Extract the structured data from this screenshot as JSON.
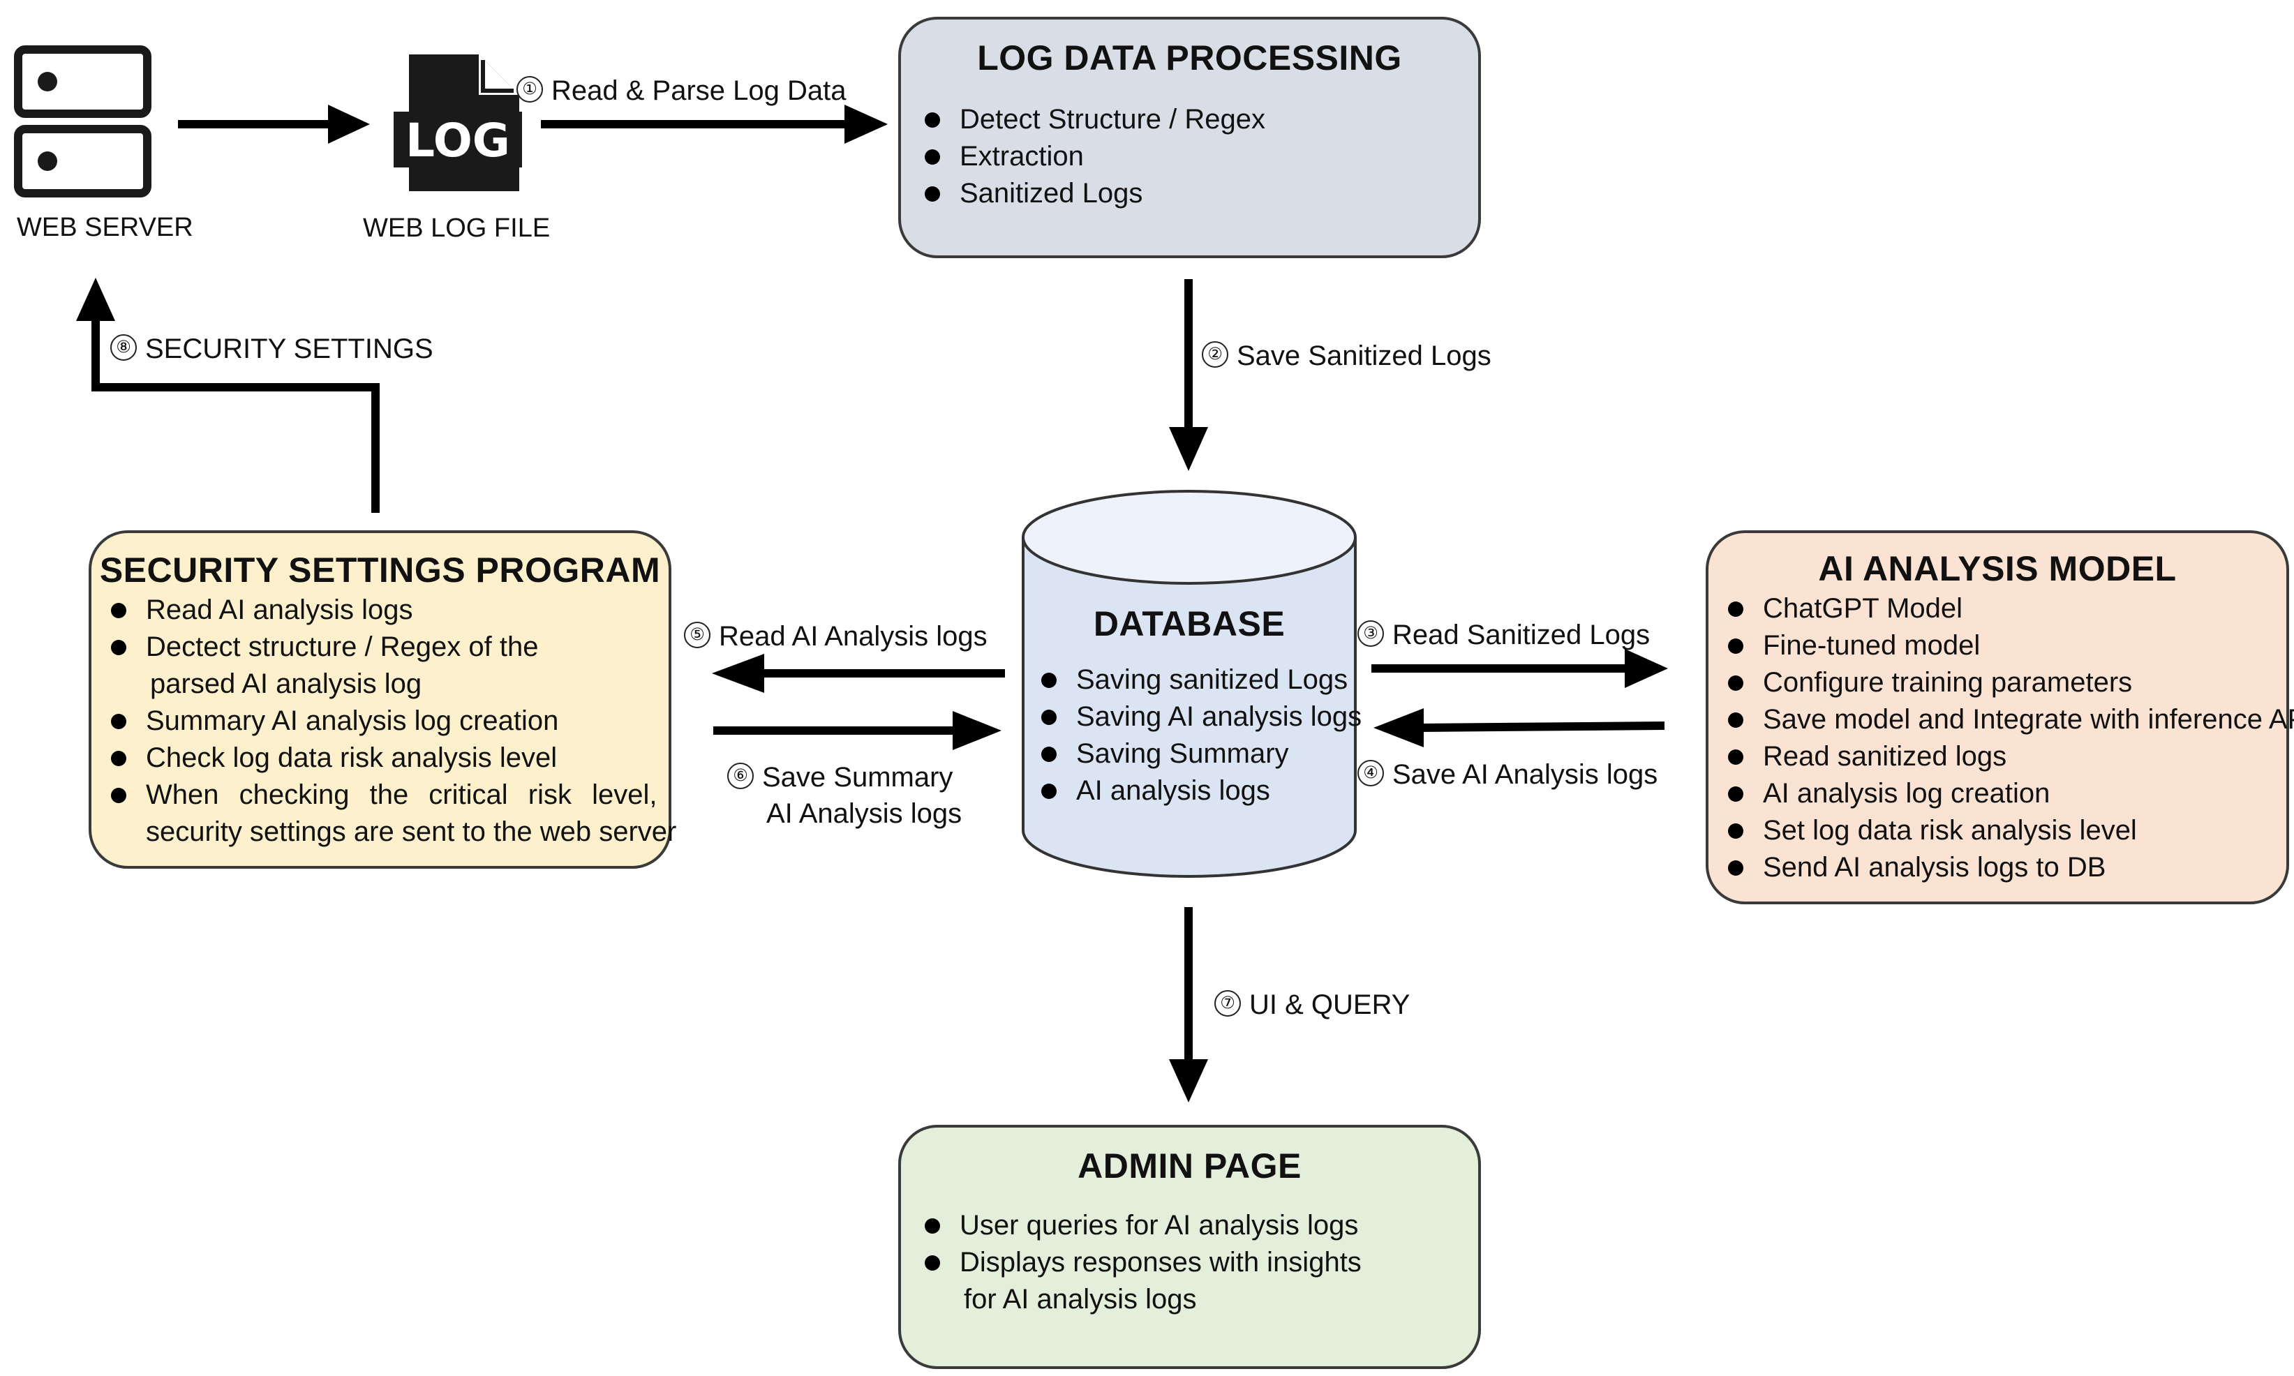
{
  "nodes": {
    "web_server": {
      "label": "WEB SERVER"
    },
    "web_log_file": {
      "label": "WEB LOG FILE",
      "icon_text": "LOG"
    },
    "log_processing": {
      "title": "LOG DATA PROCESSING",
      "items": [
        "Detect Structure / Regex",
        "Extraction",
        "Sanitized Logs"
      ],
      "color": "#d9dde6"
    },
    "database": {
      "title": "DATABASE",
      "items": [
        "Saving sanitized Logs",
        "Saving AI analysis logs",
        "Saving Summary",
        "AI analysis logs"
      ],
      "color": "#dbe4f3"
    },
    "ai_model": {
      "title": "AI ANALYSIS MODEL",
      "items": [
        "ChatGPT Model",
        "Fine-tuned model",
        "Configure training parameters",
        "Save model and Integrate with inference API",
        "Read sanitized logs",
        "AI analysis log creation",
        "Set log data risk analysis level",
        "Send AI analysis logs to DB"
      ],
      "color": "#fbe3d4"
    },
    "security_program": {
      "title": "SECURITY SETTINGS PROGRAM",
      "items": [
        "Read AI analysis logs",
        "Dectect structure / Regex of the",
        "parsed AI analysis log",
        "Summary AI analysis log creation",
        "Check log data risk analysis level",
        "When checking the critical risk level,",
        "security settings are sent to the web server"
      ],
      "color": "#fdf0cc"
    },
    "admin_page": {
      "title": "ADMIN PAGE",
      "items": [
        "User queries for AI analysis logs",
        "Displays responses with insights",
        "for AI analysis logs"
      ],
      "color": "#e3efda"
    }
  },
  "edges": [
    {
      "num": "①",
      "label": "Read & Parse Log Data"
    },
    {
      "num": "②",
      "label": "Save Sanitized Logs"
    },
    {
      "num": "③",
      "label": "Read Sanitized Logs"
    },
    {
      "num": "④",
      "label": "Save AI Analysis logs"
    },
    {
      "num": "⑤",
      "label": "Read AI Analysis logs"
    },
    {
      "num": "⑥",
      "label": "Save Summary",
      "label2": "AI Analysis logs"
    },
    {
      "num": "⑦",
      "label": "UI & QUERY"
    },
    {
      "num": "⑧",
      "label": "SECURITY SETTINGS"
    }
  ]
}
